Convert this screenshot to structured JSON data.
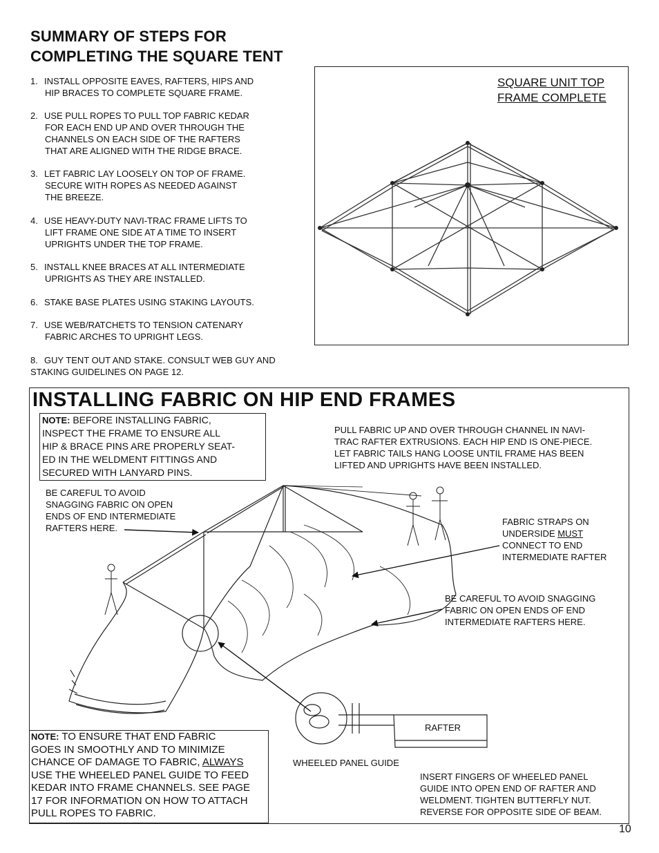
{
  "summary": {
    "title_line1": "SUMMARY OF STEPS FOR",
    "title_line2": "COMPLETING THE SQUARE TENT",
    "steps": [
      {
        "num": "1.",
        "line1": "INSTALL OPPOSITE EAVES, RAFTERS, HIPS AND",
        "line2": "HIP BRACES TO COMPLETE SQUARE FRAME."
      },
      {
        "num": "2.",
        "line1": "USE PULL ROPES TO PULL TOP FABRIC KEDAR",
        "line2": "FOR EACH END UP AND OVER THROUGH THE",
        "line3": "CHANNELS ON EACH SIDE OF THE RAFTERS",
        "line4": "THAT ARE ALIGNED WITH THE RIDGE BRACE."
      },
      {
        "num": "3.",
        "line1": "LET FABRIC LAY LOOSELY ON TOP OF FRAME.",
        "line2": "SECURE WITH ROPES AS NEEDED  AGAINST",
        "line3": "THE BREEZE."
      },
      {
        "num": "4.",
        "line1": "USE HEAVY-DUTY NAVI-TRAC FRAME LIFTS TO",
        "line2": "LIFT FRAME ONE SIDE AT A TIME TO INSERT",
        "line3": "UPRIGHTS UNDER THE TOP FRAME."
      },
      {
        "num": "5.",
        "line1": "INSTALL KNEE BRACES AT ALL INTERMEDIATE",
        "line2": "UPRIGHTS AS THEY ARE INSTALLED."
      },
      {
        "num": "6.",
        "line1": "STAKE BASE PLATES USING STAKING LAYOUTS."
      },
      {
        "num": "7.",
        "line1": "USE WEB/RATCHETS TO TENSION CATENARY",
        "line2": "FABRIC ARCHES TO UPRIGHT LEGS."
      },
      {
        "num": "8.",
        "line1": "GUY TENT OUT AND STAKE.  CONSULT WEB GUY AND",
        "line2": "STAKING GUIDELINES ON PAGE 12."
      }
    ]
  },
  "square_unit": {
    "label_line1": "SQUARE UNIT TOP ",
    "label_line2": "FRAME COMPLETE"
  },
  "hip": {
    "title": "INSTALLING FABRIC ON HIP END FRAMES",
    "note1": {
      "label": "NOTE:",
      "line1": "  BEFORE INSTALLING FABRIC,",
      "line2": "INSPECT THE FRAME TO ENSURE  ALL",
      "line3": "HIP & BRACE PINS ARE PROPERLY SEAT-",
      "line4": "ED IN THE WELDMENT FITTINGS AND",
      "line5": "SECURED WITH LANYARD PINS."
    },
    "pull_fabric": {
      "line1": "PULL FABRIC UP AND OVER THROUGH CHANNEL IN NAVI-",
      "line2": "TRAC RAFTER EXTRUSIONS.  EACH HIP END IS ONE-PIECE.",
      "line3": "LET FABRIC TAILS HANG LOOSE UNTIL FRAME HAS BEEN",
      "line4": "LIFTED AND UPRIGHTS HAVE BEEN INSTALLED."
    },
    "careful_left": {
      "line1": "BE CAREFUL TO AVOID",
      "line2": "SNAGGING FABRIC ON OPEN",
      "line3": "ENDS OF END INTERMEDIATE",
      "line4": "RAFTERS HERE."
    },
    "straps": {
      "line1": "FABRIC STRAPS ON",
      "line2a": "UNDERSIDE ",
      "line2b": "MUST",
      "line3": "CONNECT TO END",
      "line4": "INTERMEDIATE RAFTER"
    },
    "careful_right": {
      "line1": "BE CAREFUL TO AVOID SNAGGING",
      "line2": "FABRIC ON OPEN ENDS OF END",
      "line3": "INTERMEDIATE RAFTERS HERE."
    },
    "rafter_label": "RAFTER",
    "wheeled_label": "WHEELED PANEL GUIDE",
    "insert": {
      "line1": "INSERT FINGERS OF WHEELED PANEL",
      "line2": "GUIDE INTO OPEN END OF RAFTER AND",
      "line3": "WELDMENT.  TIGHTEN BUTTERFLY NUT.",
      "line4": "REVERSE FOR OPPOSITE SIDE OF BEAM."
    },
    "note2": {
      "label": "NOTE:",
      "line1": "  TO ENSURE THAT END FABRIC",
      "line2": "GOES IN SMOOTHLY AND TO MINIMIZE",
      "line3a": "CHANCE OF DAMAGE TO FABRIC, ",
      "line3b": "ALWAYS",
      "line4": "USE THE WHEELED PANEL GUIDE TO FEED",
      "line5": "KEDAR INTO FRAME CHANNELS.  SEE PAGE",
      "line6": "17 FOR INFORMATION ON HOW TO ATTACH",
      "line7": "PULL ROPES TO FABRIC."
    }
  },
  "page_number": "10"
}
